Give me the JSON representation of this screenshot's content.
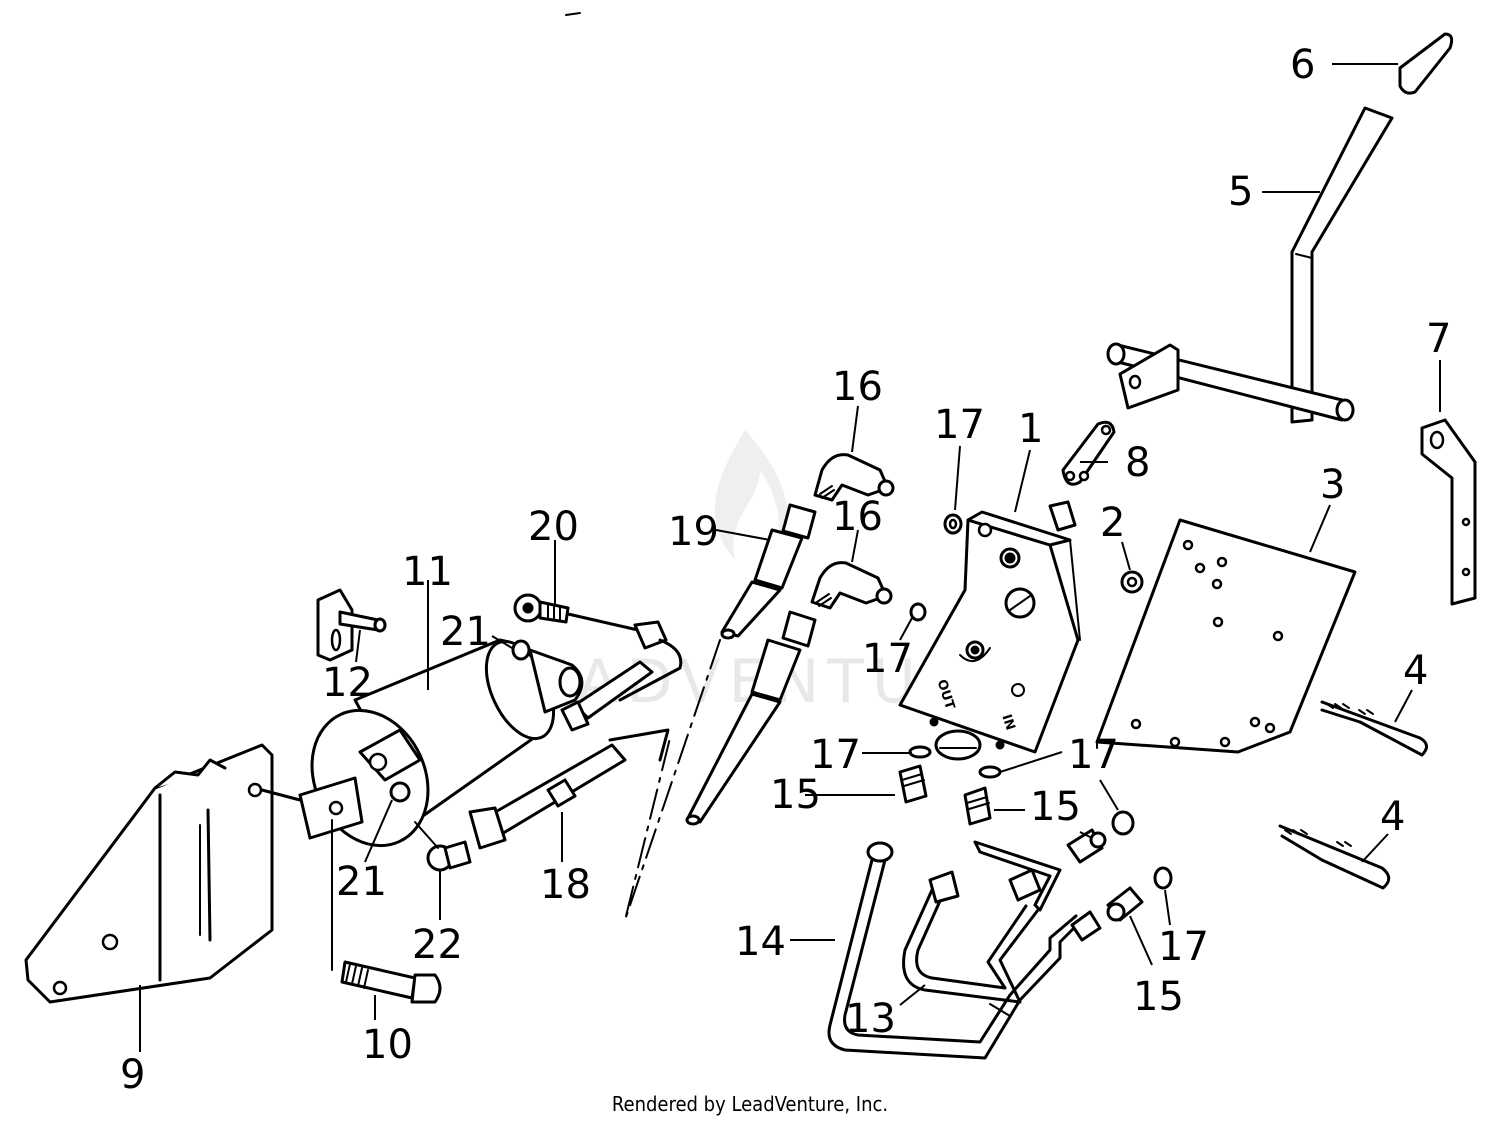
{
  "watermark": "LEADVENTURE",
  "port_labels": {
    "out": "OUT",
    "in": "IN"
  },
  "callouts": [
    {
      "id": "c1",
      "label": "1"
    },
    {
      "id": "c2",
      "label": "2"
    },
    {
      "id": "c3",
      "label": "3"
    },
    {
      "id": "c4a",
      "label": "4"
    },
    {
      "id": "c4b",
      "label": "4"
    },
    {
      "id": "c5",
      "label": "5"
    },
    {
      "id": "c6",
      "label": "6"
    },
    {
      "id": "c7",
      "label": "7"
    },
    {
      "id": "c8",
      "label": "8"
    },
    {
      "id": "c9",
      "label": "9"
    },
    {
      "id": "c10",
      "label": "10"
    },
    {
      "id": "c11",
      "label": "11"
    },
    {
      "id": "c12",
      "label": "12"
    },
    {
      "id": "c13",
      "label": "13"
    },
    {
      "id": "c14",
      "label": "14"
    },
    {
      "id": "c15a",
      "label": "15"
    },
    {
      "id": "c15b",
      "label": "15"
    },
    {
      "id": "c15c",
      "label": "15"
    },
    {
      "id": "c16a",
      "label": "16"
    },
    {
      "id": "c16b",
      "label": "16"
    },
    {
      "id": "c17a",
      "label": "17"
    },
    {
      "id": "c17b",
      "label": "17"
    },
    {
      "id": "c17c",
      "label": "17"
    },
    {
      "id": "c17d",
      "label": "17"
    },
    {
      "id": "c17e",
      "label": "17"
    },
    {
      "id": "c18",
      "label": "18"
    },
    {
      "id": "c19",
      "label": "19"
    },
    {
      "id": "c20",
      "label": "20"
    },
    {
      "id": "c21a",
      "label": "21"
    },
    {
      "id": "c21b",
      "label": "21"
    },
    {
      "id": "c22",
      "label": "22"
    }
  ],
  "footer": {
    "credit": "Rendered by LeadVenture, Inc."
  }
}
